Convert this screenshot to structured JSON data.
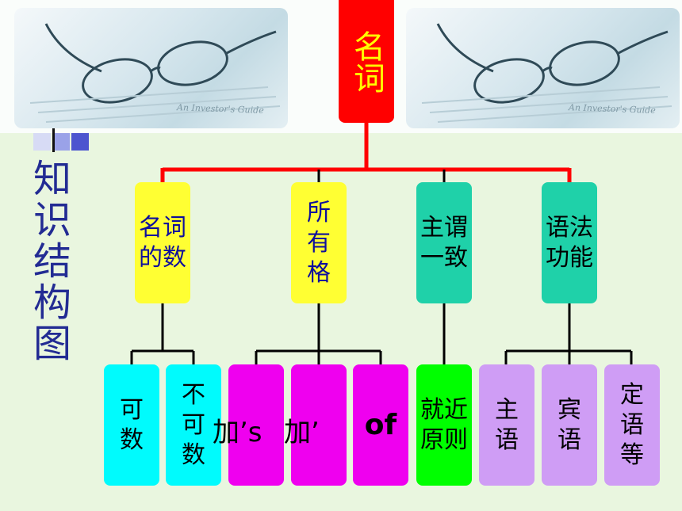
{
  "title": "知识结构图",
  "root": "名词",
  "level1": [
    {
      "label": "名词的数",
      "color": "#ffff33",
      "text_color": "#0e0e9c"
    },
    {
      "label": "所有格",
      "color": "#ffff33",
      "text_color": "#0e0e9c"
    },
    {
      "label": "主谓一致",
      "color": "#1fd1a9",
      "text_color": "#000000"
    },
    {
      "label": "语法功能",
      "color": "#1fd1a9",
      "text_color": "#000000"
    }
  ],
  "leaves": [
    {
      "label": "可数",
      "color": "#00fbfd"
    },
    {
      "label": "不可数",
      "color": "#00fbfd"
    },
    {
      "label": "",
      "color": "#ef00ef"
    },
    {
      "label": "",
      "color": "#ef00ef"
    },
    {
      "label": "of",
      "color": "#ef00ef"
    },
    {
      "label": "就近原则",
      "color": "#00ff00"
    },
    {
      "label": "主语",
      "color": "#cf9df5"
    },
    {
      "label": "宾语",
      "color": "#cf9df5"
    },
    {
      "label": "定语等",
      "color": "#cf9df5"
    }
  ],
  "overlay_text": [
    "加’s",
    "加’"
  ],
  "photo_caption": "An Investor's Guide"
}
